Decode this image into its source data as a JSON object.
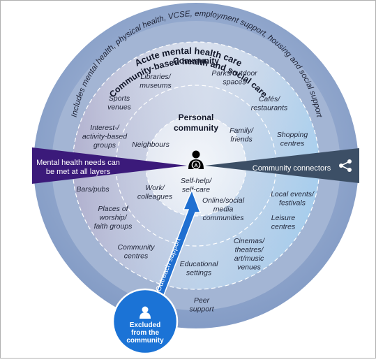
{
  "rings": {
    "acute": "Acute mental health care",
    "community_based": "Community-based health and social care",
    "includes": "Includes mental health, physical health, VCSE, employment support, housing and social support",
    "community": "Community",
    "personal": [
      "Personal",
      "community"
    ]
  },
  "labels": {
    "libraries": [
      "Libraries/",
      "museums"
    ],
    "parks": [
      "Parks/outdoor",
      "spaces"
    ],
    "sports": [
      "Sports",
      "venues"
    ],
    "cafes": [
      "Cafés/",
      "restaurants"
    ],
    "interest": [
      "Interest-/",
      "activity-based",
      "groups"
    ],
    "family": [
      "Family/",
      "friends"
    ],
    "shopping": [
      "Shopping",
      "centres"
    ],
    "neighbours": [
      "Neighbours"
    ],
    "selfhelp": [
      "Self-help/",
      "self-care"
    ],
    "bars": [
      "Bars/pubs"
    ],
    "work": [
      "Work/",
      "colleagues"
    ],
    "online": [
      "Online/social",
      "media",
      "communities"
    ],
    "local_events": [
      "Local events/",
      "festivals"
    ],
    "worship": [
      "Places of",
      "worship/",
      "faith groups"
    ],
    "leisure": [
      "Leisure",
      "centres"
    ],
    "comm_centres": [
      "Community",
      "centres"
    ],
    "cinemas": [
      "Cinemas/",
      "theatres/",
      "art/music",
      "venues"
    ],
    "educational": [
      "Educational",
      "settings"
    ],
    "peer": [
      "Peer",
      "support"
    ]
  },
  "wedges": {
    "mental_health": [
      "Mental health needs can",
      "be met at all layers"
    ],
    "connectors": "Community connectors"
  },
  "outreach": "Outreach support",
  "excluded": [
    "Excluded",
    "from the",
    "community"
  ],
  "person_badge": "A",
  "colors": {
    "outer_ring": "#8fa6cc",
    "mental_health_wedge": "#3b1a7a",
    "connectors_wedge": "#3c4f66",
    "outreach_arrow": "#1f6fd1",
    "excluded_circle": "#1b73d6"
  },
  "icons": [
    "person-icon",
    "share-icon",
    "person-icon"
  ]
}
